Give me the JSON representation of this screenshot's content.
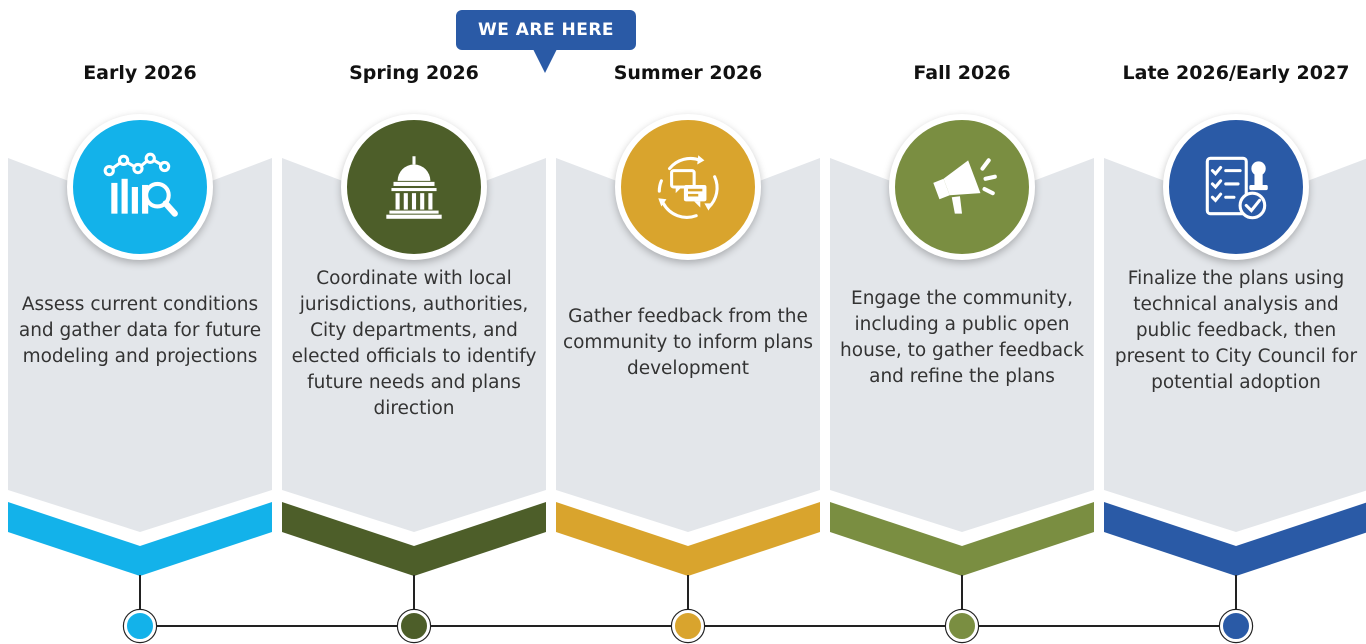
{
  "marker": {
    "label": "WE ARE HERE"
  },
  "colors": {
    "marker": "#2a5aa6",
    "card": "#e3e6ea"
  },
  "phases": [
    {
      "period": "Early 2026",
      "description": "Assess current conditions and gather data for future modeling and projections",
      "color": "#13b2ea",
      "icon": "analytics-magnifier-icon"
    },
    {
      "period": "Spring 2026",
      "description": "Coordinate with local jurisdictions, authorities, City departments, and elected officials to identify future needs and plans direction",
      "color": "#4d5e29",
      "icon": "capitol-building-icon"
    },
    {
      "period": "Summer 2026",
      "description": "Gather feedback from the community to inform plans development",
      "color": "#d9a42d",
      "icon": "feedback-chat-cycle-icon"
    },
    {
      "period": "Fall 2026",
      "description": "Engage the community, including a public open house, to gather feedback and refine the plans",
      "color": "#7a8e41",
      "icon": "megaphone-icon"
    },
    {
      "period": "Late 2026/Early 2027",
      "description": "Finalize the plans using technical analysis and public feedback, then present to City Council for potential adoption",
      "color": "#2a5aa6",
      "icon": "approved-checklist-stamp-icon"
    }
  ]
}
